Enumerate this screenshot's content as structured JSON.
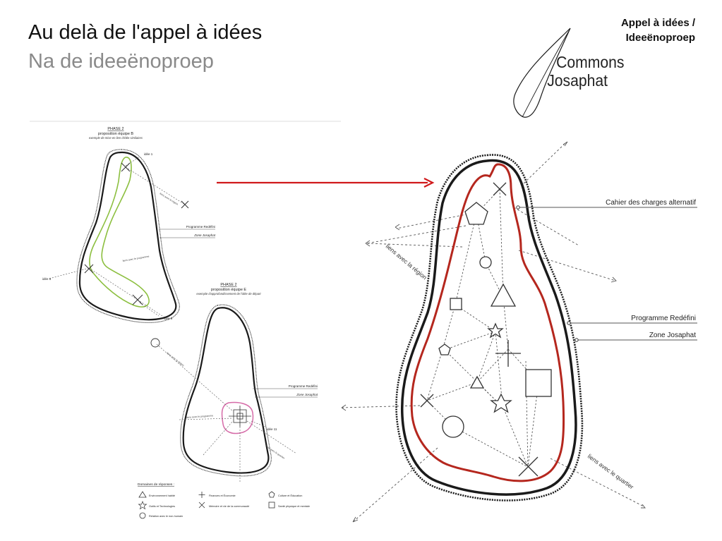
{
  "header": {
    "title": "Au delà de l'appel à idées",
    "subtitle": "Na de ideeënoproep",
    "tag_line1": "Appel à idées /",
    "tag_line2": "Ideeënoproep",
    "logo_line1": "Commons",
    "logo_line2": "Josaphat"
  },
  "colors": {
    "arrow": "#d0191b",
    "outline": "#1a1a1a",
    "red_zone": "#b5271e",
    "green_zone": "#8cbf3f",
    "pink_zone": "#d66ba8"
  },
  "diagram_b": {
    "phase": "PHASE 2",
    "team": "proposition équipe B",
    "note": "exemple de mise en lien d'idée similaires",
    "idee1": "idée 1",
    "idee6": "idée 6",
    "idee9": "idée 9",
    "lien1": "liens avec la région",
    "lien2": "liens avec le programme",
    "prog": "Programme Redéfini",
    "zone": "Zone Josaphat"
  },
  "diagram_e": {
    "phase": "PHASE 2",
    "team": "proposition équipe E",
    "note": "exemple d'approfondissement de l'idée de départ",
    "idee11": "idée 11",
    "lien1": "liens avec la région",
    "lien2": "liens avec le programme",
    "lien3": "liens avec le quartier",
    "prog": "Programme Redéfini",
    "zone": "Zone Josaphat"
  },
  "legend": {
    "heading": "Domaines de réponses :",
    "items": [
      {
        "icon": "triangle-icon",
        "label": "Environnement habité"
      },
      {
        "icon": "plus-icon",
        "label": "Finances et Économie"
      },
      {
        "icon": "pentagon-icon",
        "label": "Culture et Éducation"
      },
      {
        "icon": "star-icon",
        "label": "Outils et Technologies"
      },
      {
        "icon": "cross-icon",
        "label": "Mémoire et vie de la communauté"
      },
      {
        "icon": "square-icon",
        "label": "Santé physique et mentale"
      },
      {
        "icon": "circle-icon",
        "label": "Relation avec le non-humain"
      }
    ]
  },
  "big_diagram": {
    "cahier": "Cahier des charges alternatif",
    "prog": "Programme Redéfini",
    "zone": "Zone Josaphat",
    "region": "liens avec la région",
    "quartier": "liens avec le quartier"
  }
}
